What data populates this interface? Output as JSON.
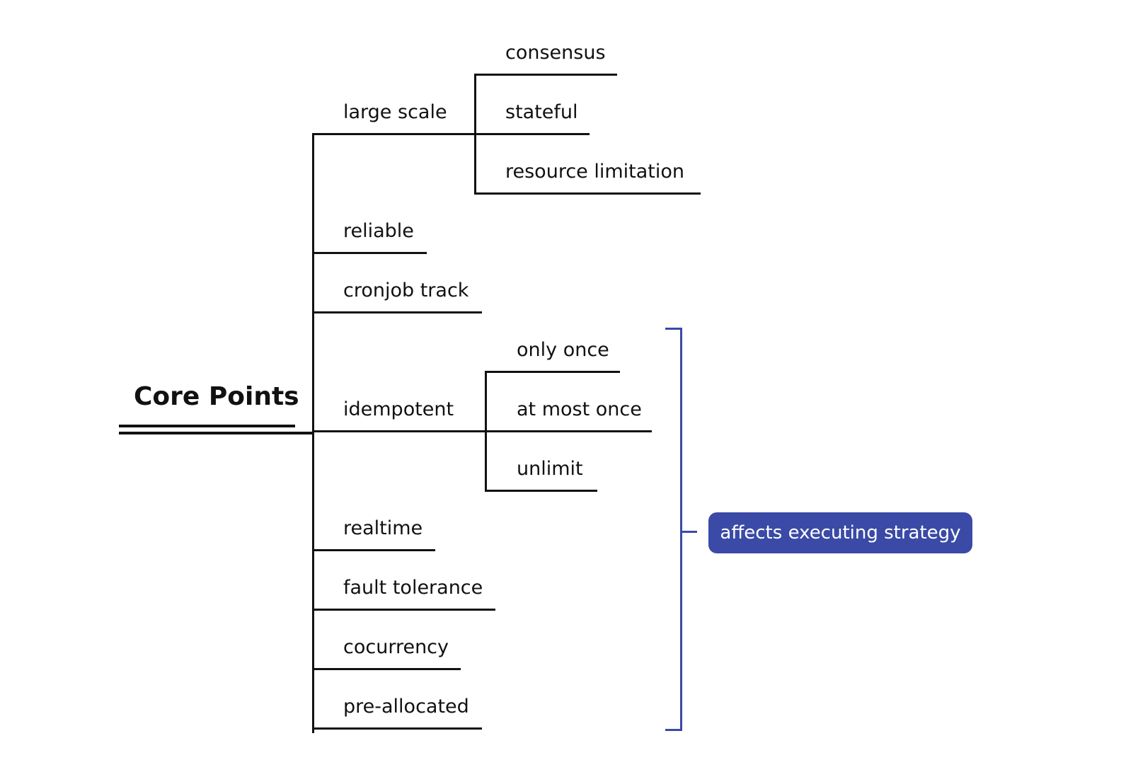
{
  "root": {
    "label": "Core Points"
  },
  "branches": [
    {
      "label": "large scale",
      "children": [
        "consensus",
        "stateful",
        "resource limitation"
      ]
    },
    {
      "label": "reliable",
      "children": []
    },
    {
      "label": "cronjob track",
      "children": []
    },
    {
      "label": "idempotent",
      "children": [
        "only once",
        "at most once",
        "unlimit"
      ]
    },
    {
      "label": "realtime",
      "children": []
    },
    {
      "label": "fault tolerance",
      "children": []
    },
    {
      "label": "cocurrency",
      "children": []
    },
    {
      "label": "pre-allocated",
      "children": []
    }
  ],
  "summary": {
    "label": "affects executing strategy",
    "color": "#3a4aa6"
  },
  "line_color": "#111111"
}
